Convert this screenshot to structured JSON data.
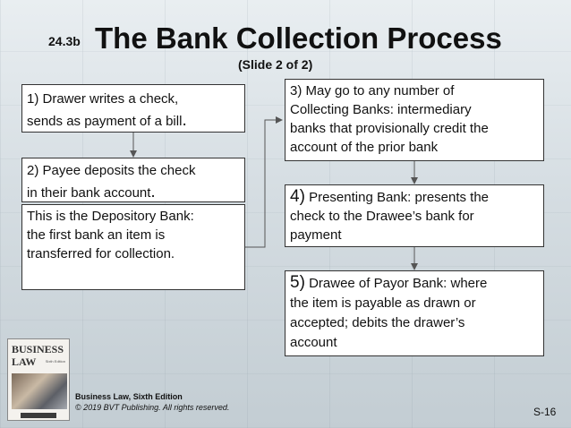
{
  "header": {
    "section": "24.3b",
    "title": "The Bank Collection Process",
    "subtitle": "(Slide 2 of 2)"
  },
  "boxes": {
    "step1": {
      "line1": "1) Drawer writes a check,",
      "line2": "sends as payment of a bill",
      "tail": "."
    },
    "step2": {
      "line1": "2) Payee deposits the check",
      "line2": "in their bank account",
      "tail": "."
    },
    "step2_note": {
      "line1": "This is the Depository Bank:",
      "line2": "the first bank an item is",
      "line3": "transferred for collection."
    },
    "step3": {
      "line1": "3) May go to any number of",
      "line2": "Collecting Banks: intermediary",
      "line3": "banks that provisionally credit the",
      "line4": "account of the prior bank"
    },
    "step4": {
      "num": "4)",
      "line1": " Presenting Bank: presents the",
      "line2": "check to the Drawee’s bank for",
      "line3": "payment"
    },
    "step5": {
      "num": "5)",
      "line1": " Drawee of Payor Bank: where",
      "line2": "the item is payable as drawn or",
      "line3": "accepted; debits the drawer’s",
      "line4": "account"
    }
  },
  "book_cover": {
    "word1": "BUSINESS",
    "word2": "LAW",
    "edition_label": "Sixth Edition"
  },
  "footer": {
    "book_title": "Business Law, Sixth Edition",
    "copyright": "© 2019 BVT Publishing. All rights reserved.",
    "slide_number": "S-16"
  },
  "colors": {
    "box_border": "#333333",
    "connector": "#555555",
    "text": "#111111"
  }
}
